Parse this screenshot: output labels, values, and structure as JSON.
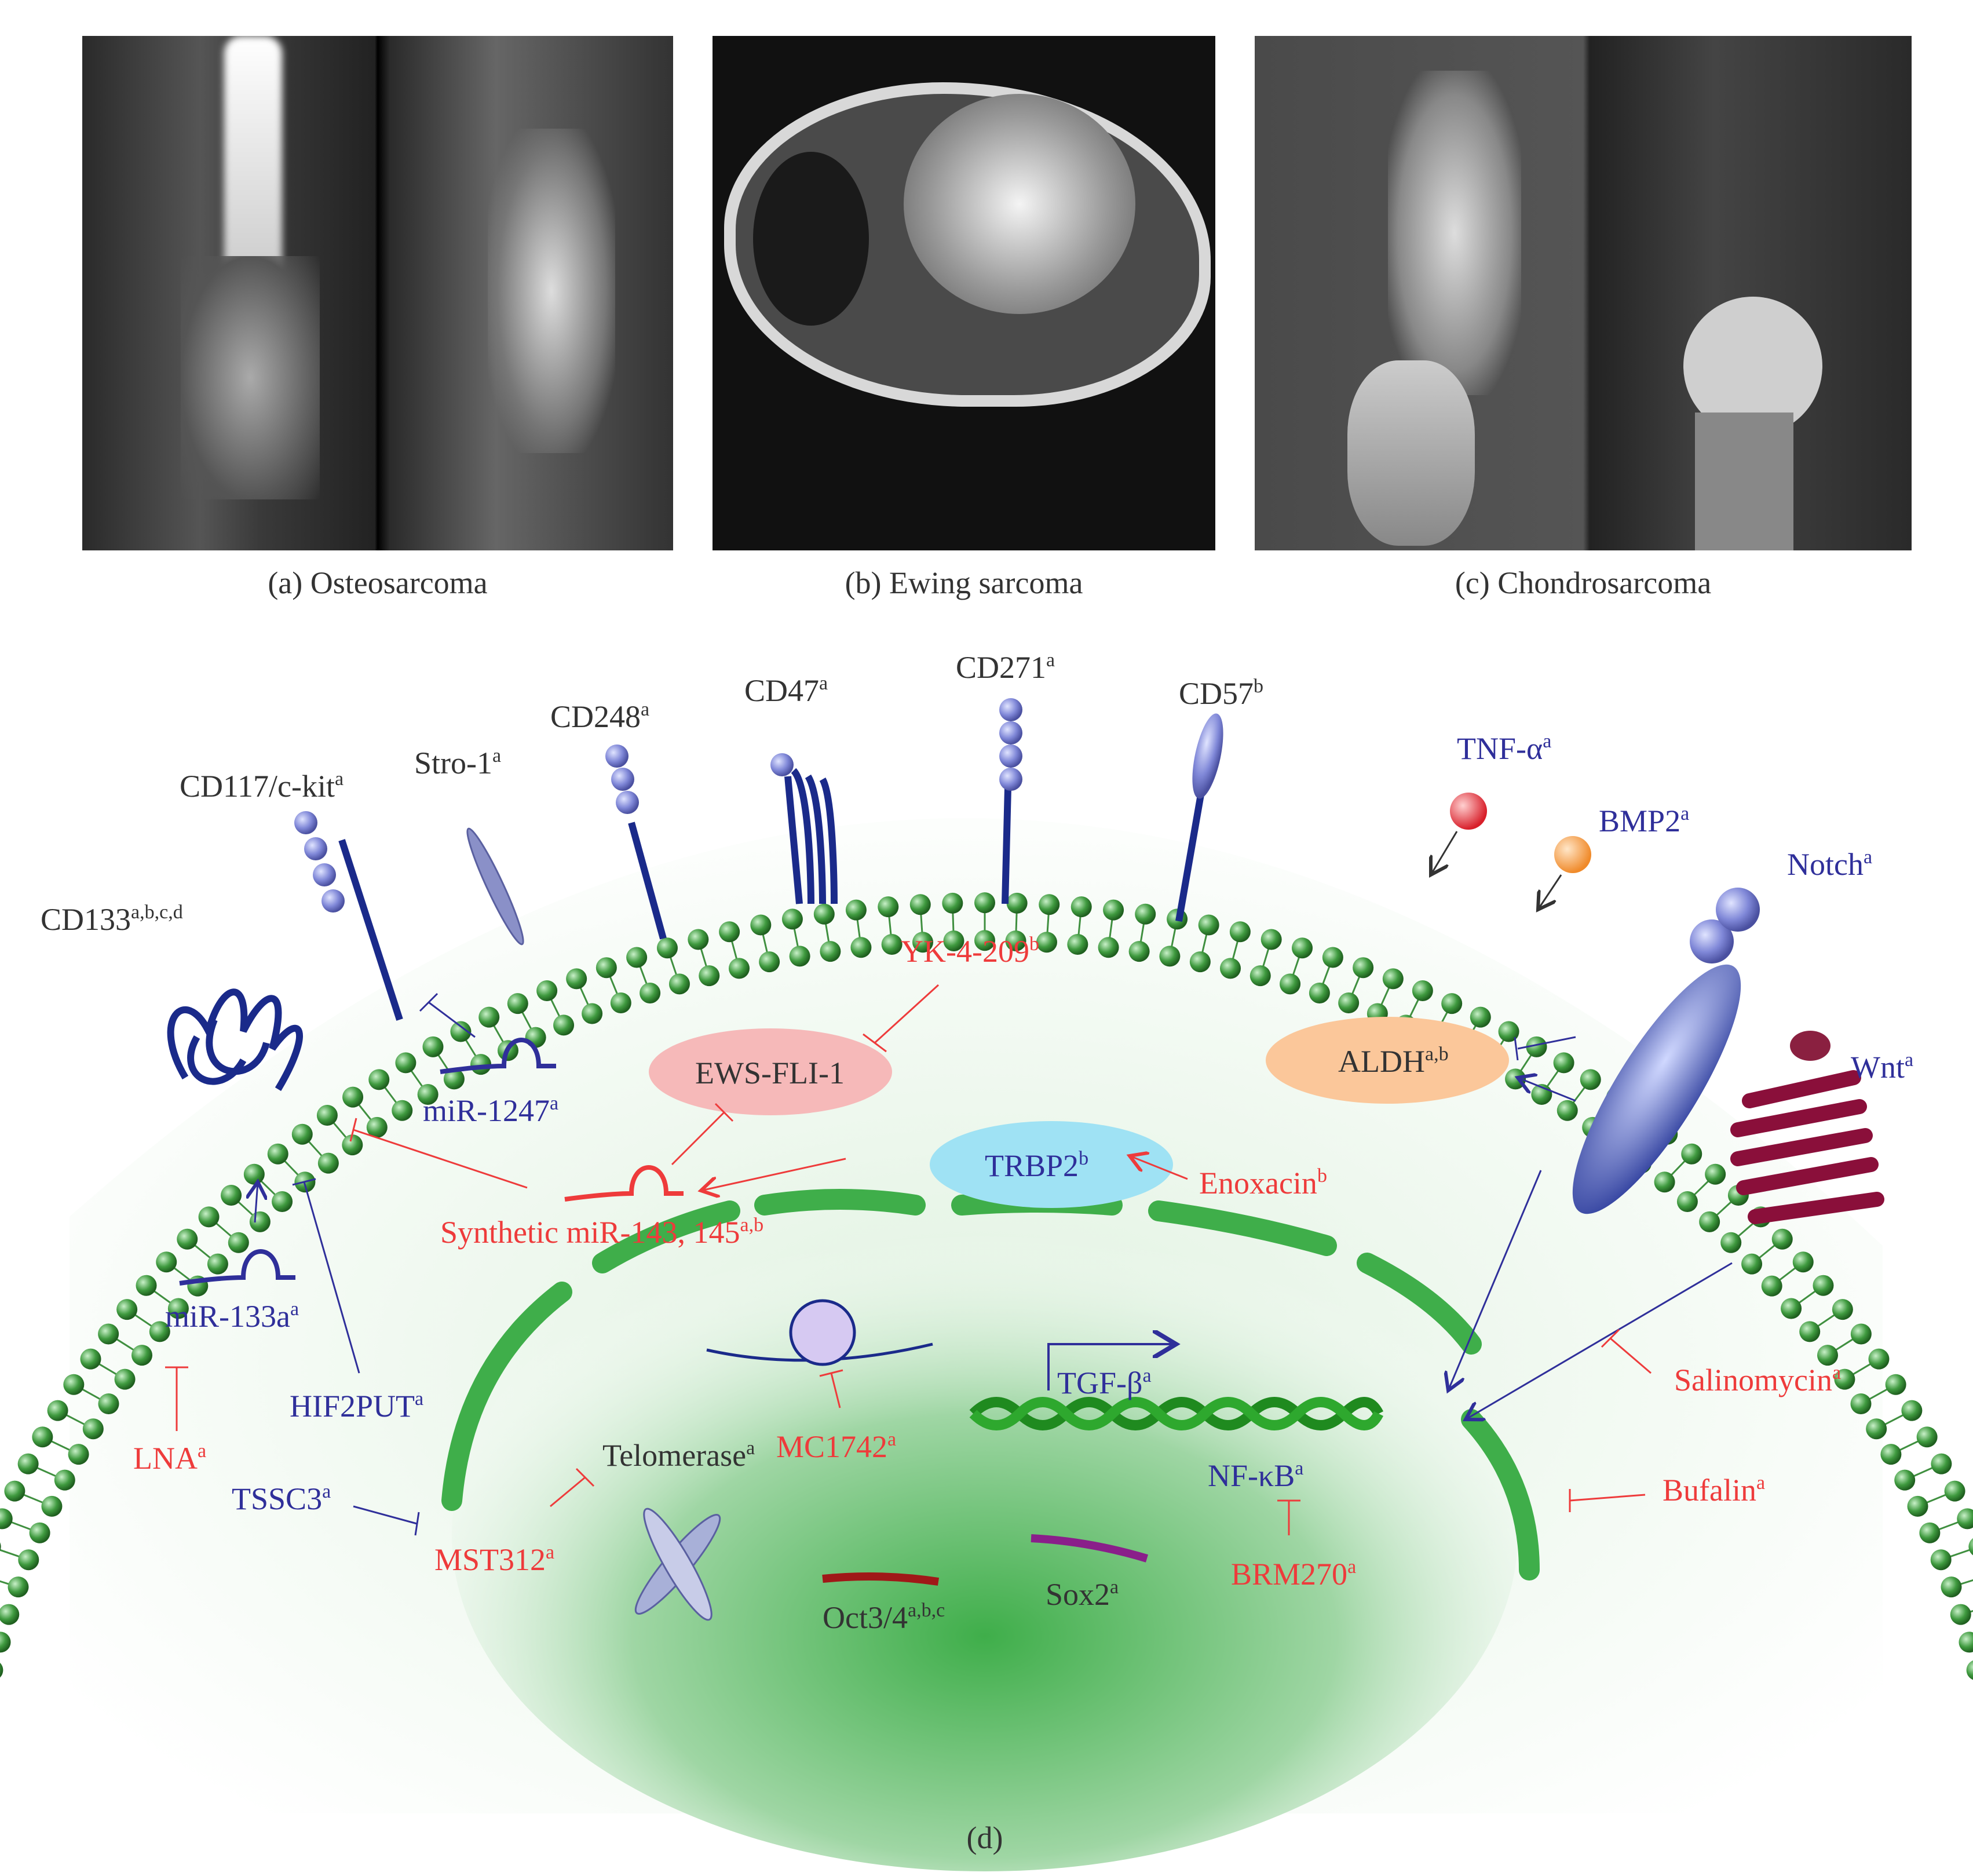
{
  "panels": [
    {
      "caption": "(a) Osteosarcoma"
    },
    {
      "caption": "(b) Ewing sarcoma"
    },
    {
      "caption": "(c) Chondrosarcoma"
    }
  ],
  "figure_d": {
    "caption": "(d)",
    "colors": {
      "red": "#ee3b3b",
      "blue": "#2f2f9a",
      "dark": "#333333",
      "membrane": "#3f8f3f",
      "nucleus": "#3fae4a"
    },
    "surface_markers": [
      {
        "id": "cd133",
        "text": "CD133",
        "sup": "a,b,c,d"
      },
      {
        "id": "cd117",
        "text": "CD117/c-kit",
        "sup": "a"
      },
      {
        "id": "stro1",
        "text": "Stro-1",
        "sup": "a"
      },
      {
        "id": "cd248",
        "text": "CD248",
        "sup": "a"
      },
      {
        "id": "cd47",
        "text": "CD47",
        "sup": "a"
      },
      {
        "id": "cd271",
        "text": "CD271",
        "sup": "a"
      },
      {
        "id": "cd57",
        "text": "CD57",
        "sup": "b"
      }
    ],
    "signals": [
      {
        "id": "tnf",
        "text": "TNF-α",
        "sup": "a"
      },
      {
        "id": "bmp2",
        "text": "BMP2",
        "sup": "a"
      },
      {
        "id": "notch",
        "text": "Notch",
        "sup": "a"
      },
      {
        "id": "wnt",
        "text": "Wnt",
        "sup": "a"
      }
    ],
    "cytoplasm": [
      {
        "id": "yk4209",
        "text": "YK-4-209",
        "sup": "b"
      },
      {
        "id": "ewsfli1",
        "text": "EWS-FLI-1",
        "sup": ""
      },
      {
        "id": "aldh",
        "text": "ALDH",
        "sup": "a,b"
      },
      {
        "id": "mir1247",
        "text": "miR-1247",
        "sup": "a"
      },
      {
        "id": "trbp2",
        "text": "TRBP2",
        "sup": "b"
      },
      {
        "id": "enoxacin",
        "text": "Enoxacin",
        "sup": "b"
      },
      {
        "id": "synthmir",
        "text": "Synthetic miR-143, 145",
        "sup": "a,b"
      },
      {
        "id": "mir133a",
        "text": "miR-133a",
        "sup": "a"
      },
      {
        "id": "hif2put",
        "text": "HIF2PUT",
        "sup": "a"
      },
      {
        "id": "lna",
        "text": "LNA",
        "sup": "a"
      },
      {
        "id": "tssc3",
        "text": "TSSC3",
        "sup": "a"
      },
      {
        "id": "salinomycin",
        "text": "Salinomycin",
        "sup": "a"
      },
      {
        "id": "bufalin",
        "text": "Bufalin",
        "sup": "a"
      }
    ],
    "nucleus": [
      {
        "id": "tgfb",
        "text": "TGF-β",
        "sup": "a"
      },
      {
        "id": "mc1742",
        "text": "MC1742",
        "sup": "a"
      },
      {
        "id": "telomerase",
        "text": "Telomerase",
        "sup": "a"
      },
      {
        "id": "mst312",
        "text": "MST312",
        "sup": "a"
      },
      {
        "id": "nfkb",
        "text": "NF-κB",
        "sup": "a"
      },
      {
        "id": "brm270",
        "text": "BRM270",
        "sup": "a"
      },
      {
        "id": "oct34",
        "text": "Oct3/4",
        "sup": "a,b,c"
      },
      {
        "id": "sox2",
        "text": "Sox2",
        "sup": "a"
      }
    ]
  }
}
